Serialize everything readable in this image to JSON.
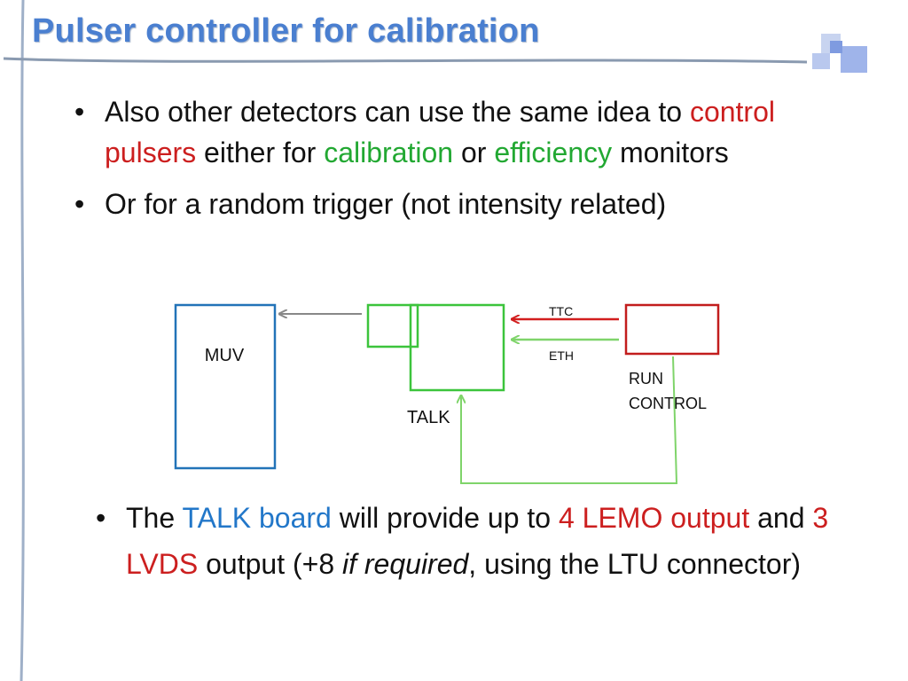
{
  "title": "Pulser controller for calibration",
  "bullets_top": [
    {
      "parts": [
        {
          "text": "Also other detectors can use the same idea to ",
          "style": "plain"
        },
        {
          "text": "control pulsers",
          "style": "red"
        },
        {
          "text": " either for ",
          "style": "plain"
        },
        {
          "text": "calibration",
          "style": "green"
        },
        {
          "text": " or ",
          "style": "plain"
        },
        {
          "text": "efficiency",
          "style": "green"
        },
        {
          "text": " monitors",
          "style": "plain"
        }
      ]
    },
    {
      "parts": [
        {
          "text": "Or for a random trigger (not intensity related)",
          "style": "plain"
        }
      ]
    }
  ],
  "diagram": {
    "muv_label": "MUV",
    "talk_label": "TALK",
    "run_control_line1": "RUN",
    "run_control_line2": "CONTROL",
    "ttc_label": "TTC",
    "eth_label": "ETH"
  },
  "bullets_bottom": [
    {
      "parts": [
        {
          "text": "The ",
          "style": "plain"
        },
        {
          "text": "TALK board",
          "style": "blue"
        },
        {
          "text": " will provide up to ",
          "style": "plain"
        },
        {
          "text": "4 LEMO output",
          "style": "red"
        },
        {
          "text": " and ",
          "style": "plain"
        },
        {
          "text": "3 LVDS",
          "style": "red"
        },
        {
          "text": " output (+8 ",
          "style": "plain"
        },
        {
          "text": "if required",
          "style": "italic"
        },
        {
          "text": ", using the LTU connector)",
          "style": "plain"
        }
      ]
    }
  ],
  "colors": {
    "title": "#4a7fd0",
    "highlight_red": "#cc1f1f",
    "highlight_green": "#22a832",
    "highlight_blue": "#2277c9",
    "muv_box": "#2273b8",
    "talk_box": "#3cc43c",
    "run_control_box": "#c21d1d",
    "ttc_arrow": "#d21e1e",
    "eth_arrow": "#7fd46a",
    "output_arrow": "#888888"
  }
}
